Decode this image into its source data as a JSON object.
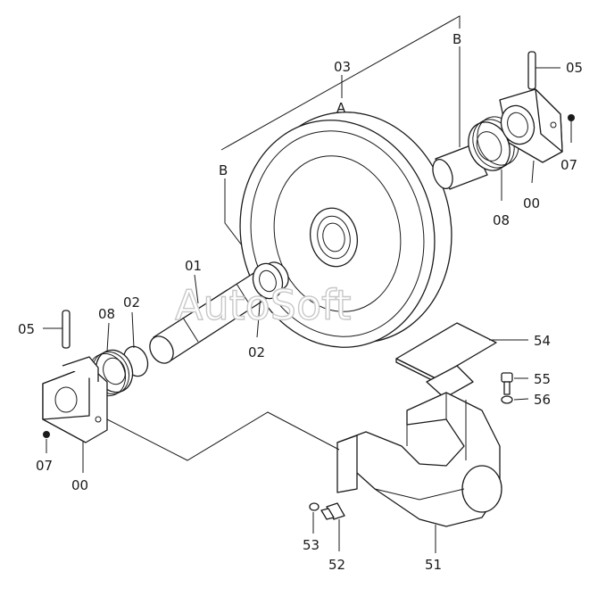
{
  "labels": {
    "l03": "03",
    "lA": "A",
    "lB_top": "B",
    "lB_left": "B",
    "l05_tr": "05",
    "l07_tr": "07",
    "l00_tr": "00",
    "l08_tr": "08",
    "l01": "01",
    "l02_a": "02",
    "l02_b": "02",
    "l08_l": "08",
    "l05_l": "05",
    "l07_l": "07",
    "l00_l": "00",
    "l54": "54",
    "l55": "55",
    "l56": "56",
    "l53": "53",
    "l52": "52",
    "l51": "51"
  },
  "watermark": "AutoSoft"
}
